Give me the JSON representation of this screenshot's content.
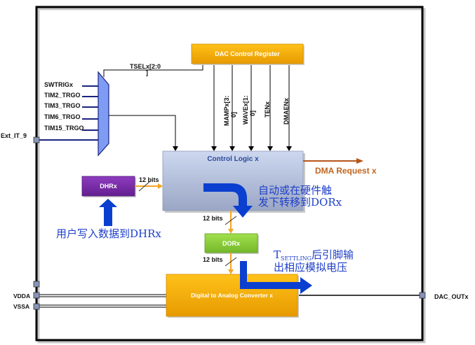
{
  "diagram": {
    "title": "DAC channel block diagram",
    "blocks": {
      "control_register": "DAC Control Register",
      "control_logic": "Control Logic x",
      "dhr": "DHRx",
      "dor": "DORx",
      "converter": "Digital to Analog Converter x"
    },
    "trigger_inputs": [
      "SWTRIGx",
      "TIM2_TRGO",
      "TIM3_TRGO",
      "TIM6_TRGO",
      "TIM15_TRGO"
    ],
    "tsel_label": "TSELx[2:0\n]",
    "tsel_line1": "TSELx[2:0",
    "tsel_line2": "]",
    "register_fields": [
      {
        "line1": "MAMPx[3:",
        "line2": "0]"
      },
      {
        "line1": "WAVEx[1:",
        "line2": "0]"
      },
      {
        "line1": "TENx",
        "line2": ""
      },
      {
        "line1": "DMAENx",
        "line2": ""
      }
    ],
    "pins": {
      "ext_it": "Ext_IT_9",
      "vdda": "VDDA",
      "vssa": "VSSA",
      "dac_out": "DAC_OUTx"
    },
    "bus_width_labels": [
      "12 bits",
      "12 bits",
      "12 bits"
    ],
    "dma_request": "DMA Request x",
    "annotations": {
      "user_write": "用户写入数据到DHRx",
      "transfer_line1": "自动或在硬件触",
      "transfer_line2": "发下转移到DORx",
      "settling_T": "T",
      "settling_sub": "SETTLING",
      "settling_rest": "后引脚输",
      "settling_line2": "出相应模拟电压"
    },
    "colors": {
      "control_register": "#f5a800",
      "control_logic": "#b9c5e0",
      "dhr": "#7a2aa8",
      "dor": "#8ed23c",
      "converter": "#f5a800",
      "mux": "#7f9cf5",
      "bus_arrow": "#f5a623",
      "dma_arrow": "#b5541c",
      "annotation_arrow": "#0a3fd0",
      "annotation_text": "#1e3fc8",
      "pin": "#8894b8"
    }
  }
}
